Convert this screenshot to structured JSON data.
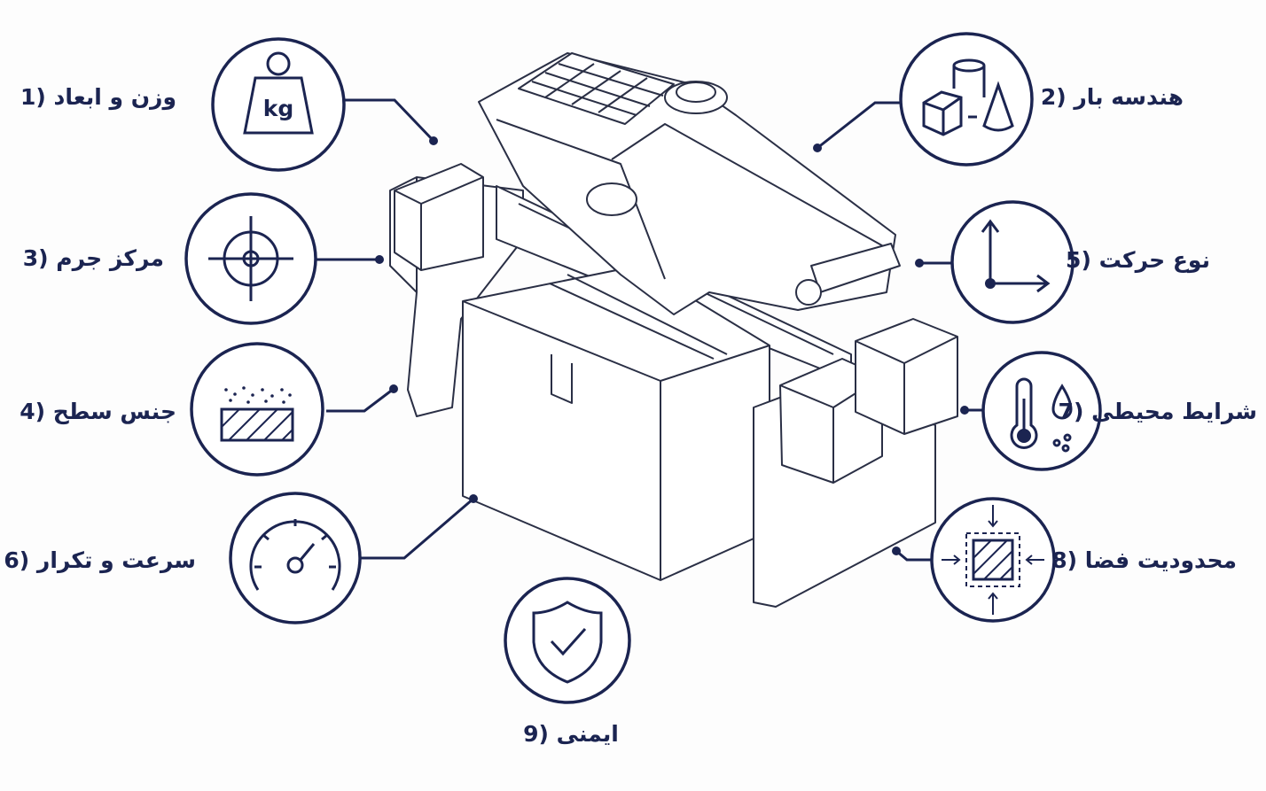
{
  "colors": {
    "ink": "#1b2451",
    "background": "#fdfdfd"
  },
  "factors": [
    {
      "label": "1) وزن و ابعاد",
      "icon": "weight-kg-icon",
      "icon_text": "kg"
    },
    {
      "label": "2) هندسه بار",
      "icon": "shapes-geometry-icon"
    },
    {
      "label": "3) مرکز جرم",
      "icon": "crosshair-target-icon"
    },
    {
      "label": "4) جنس سطح",
      "icon": "surface-texture-icon"
    },
    {
      "label": "5) نوع حرکت",
      "icon": "xy-axes-icon"
    },
    {
      "label": "6) سرعت و تکرار",
      "icon": "speedometer-icon"
    },
    {
      "label": "7) شرایط محیطی",
      "icon": "thermometer-droplet-icon"
    },
    {
      "label": "8) محدودیت فضا",
      "icon": "space-constraint-icon"
    },
    {
      "label": "9) ایمنی",
      "icon": "shield-check-icon"
    }
  ],
  "illustration": {
    "subject": "robot-gripper-holding-box"
  }
}
